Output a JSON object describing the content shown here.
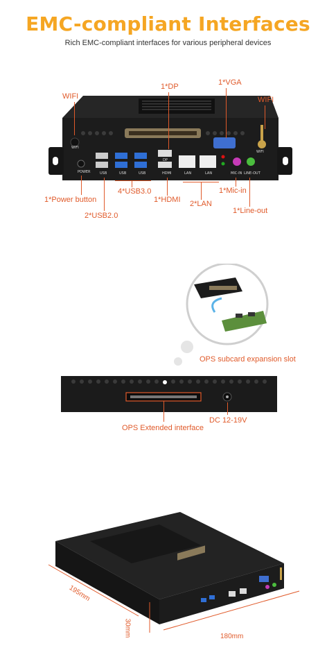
{
  "header": {
    "title": "EMC-compliant Interfaces",
    "subtitle": "Rich EMC-compliant interfaces for various peripheral devices"
  },
  "rear_panel": {
    "labels": {
      "dp": "1*DP",
      "vga": "1*VGA",
      "wifi_left": "WIFI",
      "wifi_right": "WIFI",
      "power_button": "1*Power button",
      "usb2": "2*USB2.0",
      "usb3": "4*USB3.0",
      "hdmi": "1*HDMI",
      "lan": "2*LAN",
      "mic_in": "1*Mic-in",
      "line_out": "1*Line-out"
    },
    "port_tags": {
      "wifi": "WIFI",
      "power": "POWER",
      "usb_a": "USB",
      "usb_b": "USB",
      "usb_c": "USB",
      "dp": "DP",
      "hdmi": "HDMI",
      "lan_a": "LAN",
      "lan_b": "LAN",
      "mic": "MIC-IN",
      "line": "LINE-OUT",
      "wifi_r": "WIFI"
    }
  },
  "side_panel": {
    "labels": {
      "slot": "OPS subcard expansion slot",
      "extended": "OPS Extended interface",
      "dc": "DC 12-19V"
    }
  },
  "dimensions": {
    "depth": "195mm",
    "width": "180mm",
    "height": "30mm"
  },
  "colors": {
    "title": "#f5a623",
    "label": "#e05a2a",
    "chassis": "#1c1c1c",
    "usb3_blue": "#2f6fd6"
  }
}
